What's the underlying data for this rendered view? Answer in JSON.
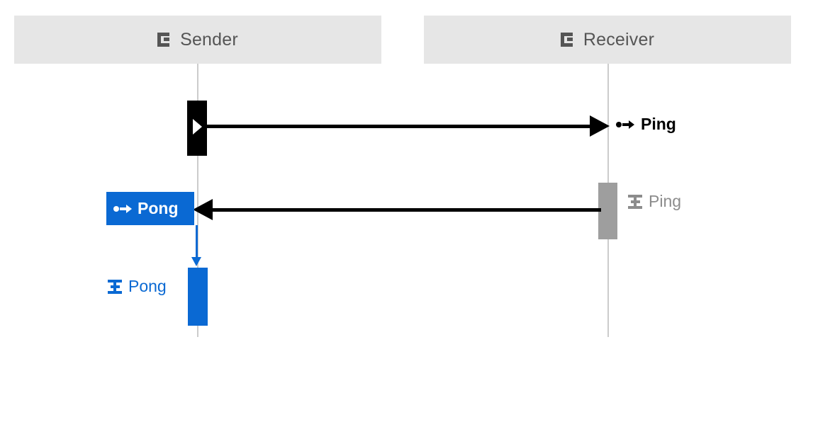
{
  "diagram": {
    "type": "uml-sequence-diagram",
    "background": "#ffffff",
    "colors": {
      "header_bg": "#e6e6e6",
      "header_text": "#555555",
      "lifeline": "#cccccc",
      "black": "#000000",
      "gray_activation": "#9e9e9e",
      "gray_text": "#8c8c8c",
      "blue": "#0a69d3",
      "blue_text_on_blue": "#ffffff"
    },
    "participants": [
      {
        "name": "Sender",
        "icon": "participant-icon"
      },
      {
        "name": "Receiver",
        "icon": "participant-icon"
      }
    ],
    "messages": [
      {
        "label": "Ping",
        "direction": "right",
        "from": "Sender",
        "to": "Receiver",
        "color": "#000000",
        "send_event_icon": "send-event-icon",
        "receive_event_icon": "receive-event-icon"
      },
      {
        "label": "Pong",
        "direction": "left",
        "from": "Receiver",
        "to": "Sender",
        "color": "#000000",
        "send_event_icon": "send-event-icon",
        "receive_event_icon": "receive-event-icon"
      }
    ],
    "events": [
      {
        "label": "Ping",
        "kind": "receive",
        "color": "#8c8c8c"
      },
      {
        "label": "Pong",
        "kind": "send",
        "color": "#ffffff",
        "boxed": true,
        "box_color": "#0a69d3"
      },
      {
        "label": "Pong",
        "kind": "receive",
        "color": "#0a69d3"
      },
      {
        "label": "Ping",
        "kind": "send",
        "color": "#000000"
      }
    ]
  }
}
